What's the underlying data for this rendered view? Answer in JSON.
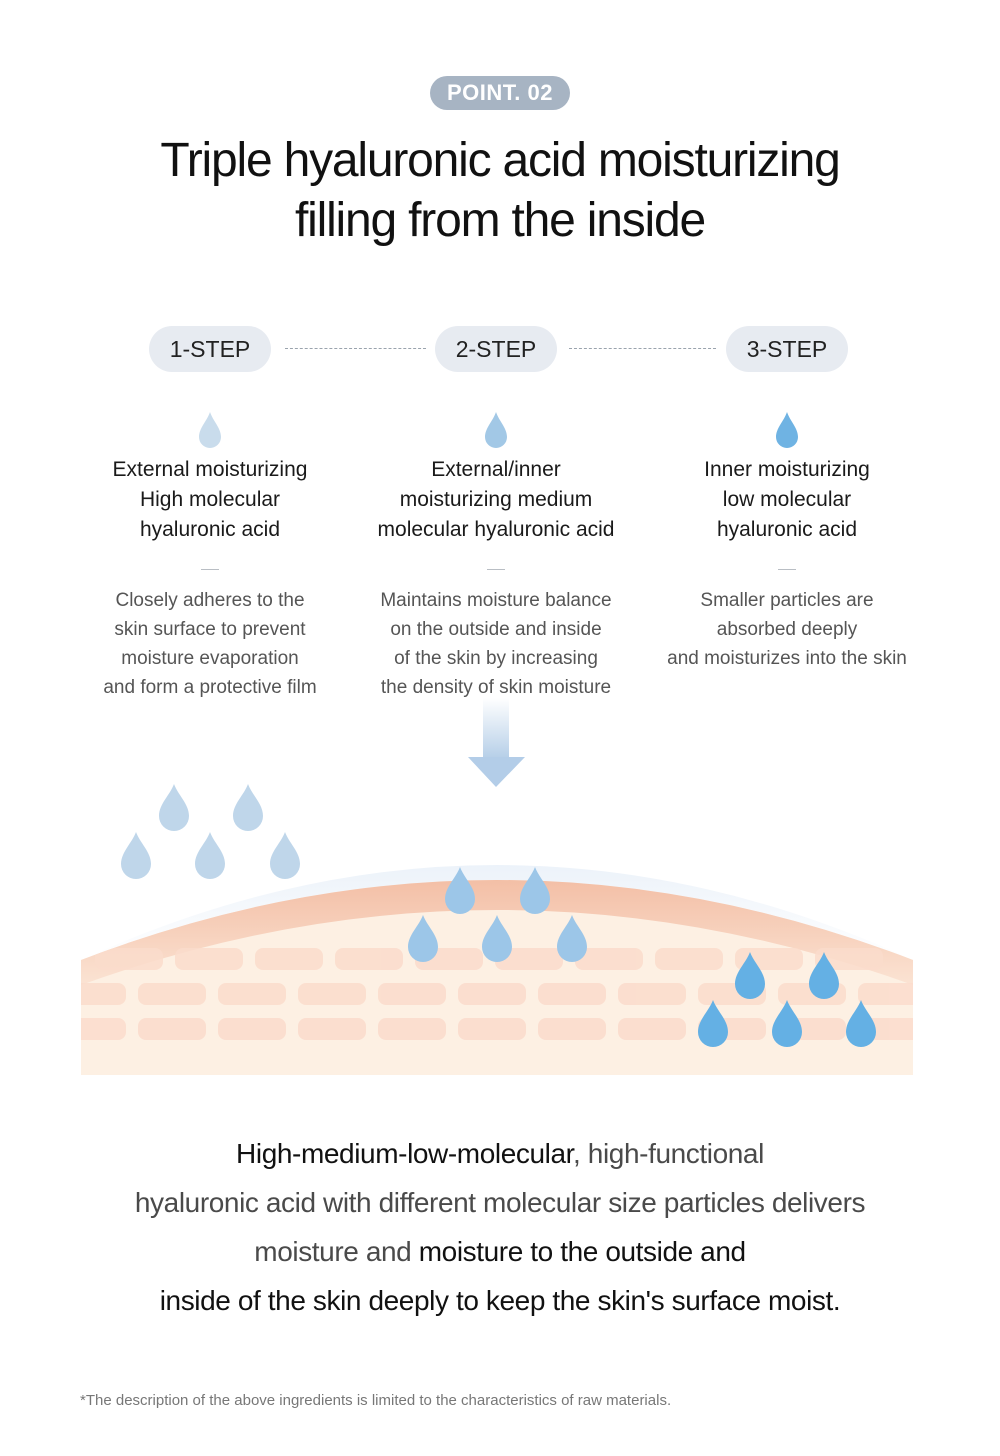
{
  "header": {
    "badge": "POINT. 02",
    "title_line1": "Triple hyaluronic acid moisturizing",
    "title_line2": "filling from the inside"
  },
  "steps": [
    {
      "label": "1-STEP",
      "drop_color": "#c9dcec",
      "title": [
        "External moisturizing",
        "High molecular",
        "hyaluronic acid"
      ],
      "description": [
        "Closely adheres to the",
        "skin surface to prevent",
        "moisture evaporation",
        "and form a protective film"
      ]
    },
    {
      "label": "2-STEP",
      "drop_color": "#a2c8e6",
      "title": [
        "External/inner",
        "moisturizing medium",
        "molecular hyaluronic acid"
      ],
      "description": [
        "Maintains moisture balance",
        "on the outside and inside",
        "of the skin by increasing",
        "the density of skin moisture"
      ]
    },
    {
      "label": "3-STEP",
      "drop_color": "#6fb3e3",
      "title": [
        "Inner moisturizing",
        "low molecular",
        "hyaluronic acid"
      ],
      "description": [
        "Smaller particles are",
        "absorbed deeply",
        "and moisturizes into the skin"
      ]
    }
  ],
  "summary": {
    "line1_bold": "High-medium-low-molecular",
    "line1_rest": ", high-functional",
    "line2": "hyaluronic acid with different molecular size particles delivers",
    "line3_plain": "moisture and ",
    "line3_bold": "moisture to the outside and",
    "line4_bold": "inside of the skin deeply to keep the skin's surface moist."
  },
  "footnote": "*The description of the above ingredients is limited to the characteristics of raw materials.",
  "colors": {
    "badge_bg": "#a7b4c3",
    "pill_bg": "#e7ebf1",
    "drop_large": "#bfd6ea",
    "drop_medium": "#9cc6e8",
    "drop_small": "#64b0e4",
    "skin_top": "#f4c9b3",
    "skin_base": "#fdf1e4"
  }
}
